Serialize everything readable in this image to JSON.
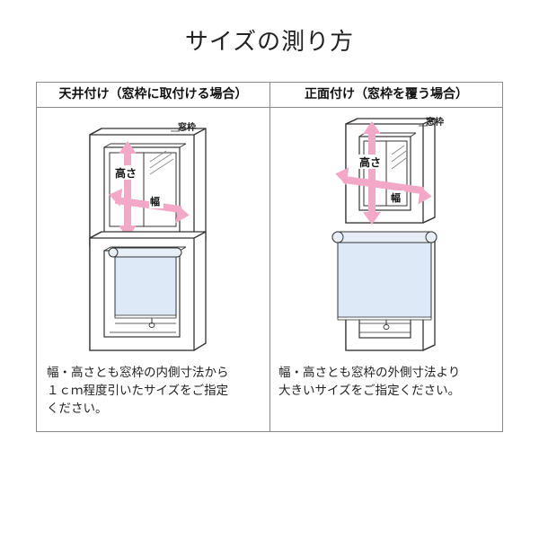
{
  "title": "サイズの測り方",
  "columns": [
    {
      "header": "天井付け（窓枠に取付ける場合）",
      "labels": {
        "frame": "窓枠",
        "height": "高さ",
        "width": "幅"
      },
      "description": "幅・高さとも窓枠の内側寸法から\n１ｃｍ程度引いたサイズをご指定\nください。"
    },
    {
      "header": "正面付け（窓枠を覆う場合）",
      "labels": {
        "frame": "窓枠",
        "height": "高さ",
        "width": "幅"
      },
      "description": "幅・高さとも窓枠の外側寸法より\n大きいサイズをご指定ください。"
    }
  ],
  "colors": {
    "arrow": "#f2a8c6",
    "blind": "#dde9f7",
    "frame_stroke": "#333333",
    "frame_fill": "#ffffff"
  }
}
